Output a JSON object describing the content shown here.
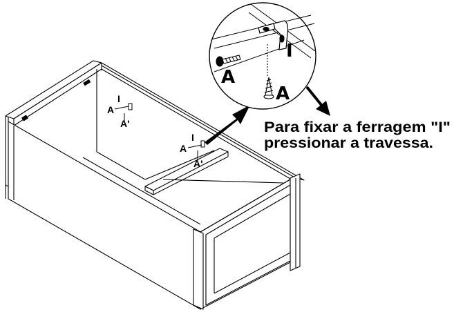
{
  "callout": {
    "hardware_letter": "I",
    "screw_letter_left": "A",
    "screw_letter_bottom": "A"
  },
  "cabinet_labels": {
    "left_I": "I",
    "left_A_side": "A",
    "left_A_bottom": "A'",
    "right_I": "I",
    "right_A_side": "A",
    "right_A_bottom": "A'"
  },
  "instruction": {
    "line1": "Para fixar a ferragem \"I\"",
    "line2": "pressionar a travessa."
  }
}
